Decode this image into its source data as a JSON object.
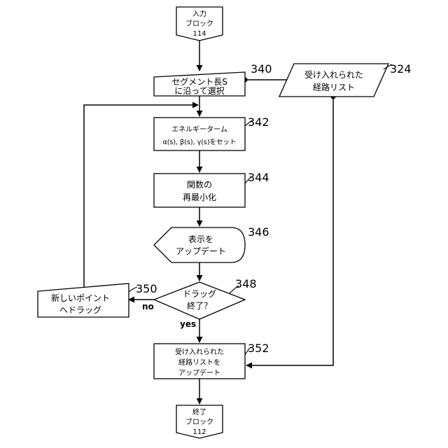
{
  "nodes": {
    "start": {
      "lines": [
        "入力",
        "ブロック",
        "114"
      ]
    },
    "select": {
      "lines": [
        "セグメント長S",
        "に沿って選択"
      ],
      "ref": "340"
    },
    "accepted_input": {
      "lines": [
        "受け入れられた",
        "経路リスト"
      ],
      "ref": "324"
    },
    "energy": {
      "lines": [
        "エネルギーターム",
        "α(s), β(s), γ(s)をセット"
      ],
      "ref": "342"
    },
    "reminimize": {
      "lines": [
        "関数の",
        "再最小化"
      ],
      "ref": "344"
    },
    "display": {
      "lines": [
        "表示を",
        "アップデート"
      ],
      "ref": "346"
    },
    "drag_done": {
      "lines": [
        "ドラッグ",
        "終了？"
      ],
      "ref": "348"
    },
    "drag_new": {
      "lines": [
        "新しいポイント",
        "へドラッグ"
      ],
      "ref": "350"
    },
    "update_list": {
      "lines": [
        "受け入れられた",
        "経路リストを",
        "アップデート"
      ],
      "ref": "352"
    },
    "end": {
      "lines": [
        "終了",
        "ブロック",
        "112"
      ]
    }
  },
  "edge_labels": {
    "no": "no",
    "yes": "yes"
  }
}
